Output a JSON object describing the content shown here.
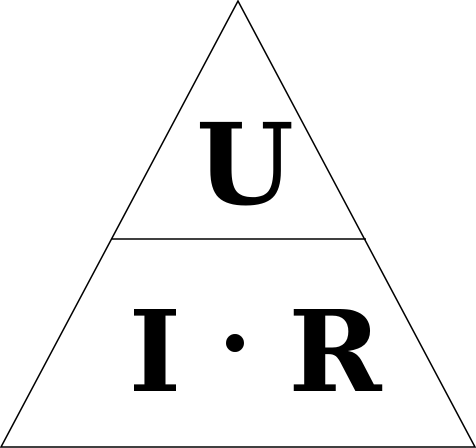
{
  "diagram": {
    "top_symbol": "U",
    "bottom_left_symbol": "I",
    "bottom_right_symbol": "R",
    "operator": "multiplication-dot",
    "line_color": "#000000",
    "text_color": "#000000",
    "background_color": "#ffffff"
  }
}
